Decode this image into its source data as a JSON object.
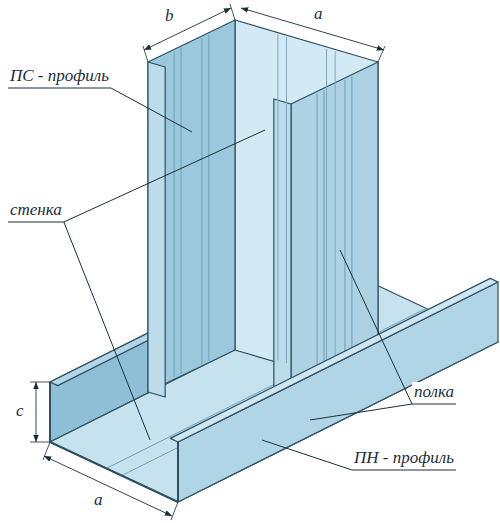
{
  "diagram": {
    "labels": [
      "b",
      "a",
      "ПС - профиль",
      "стенка",
      "полка",
      "c",
      "ПН - профиль",
      "a"
    ]
  }
}
